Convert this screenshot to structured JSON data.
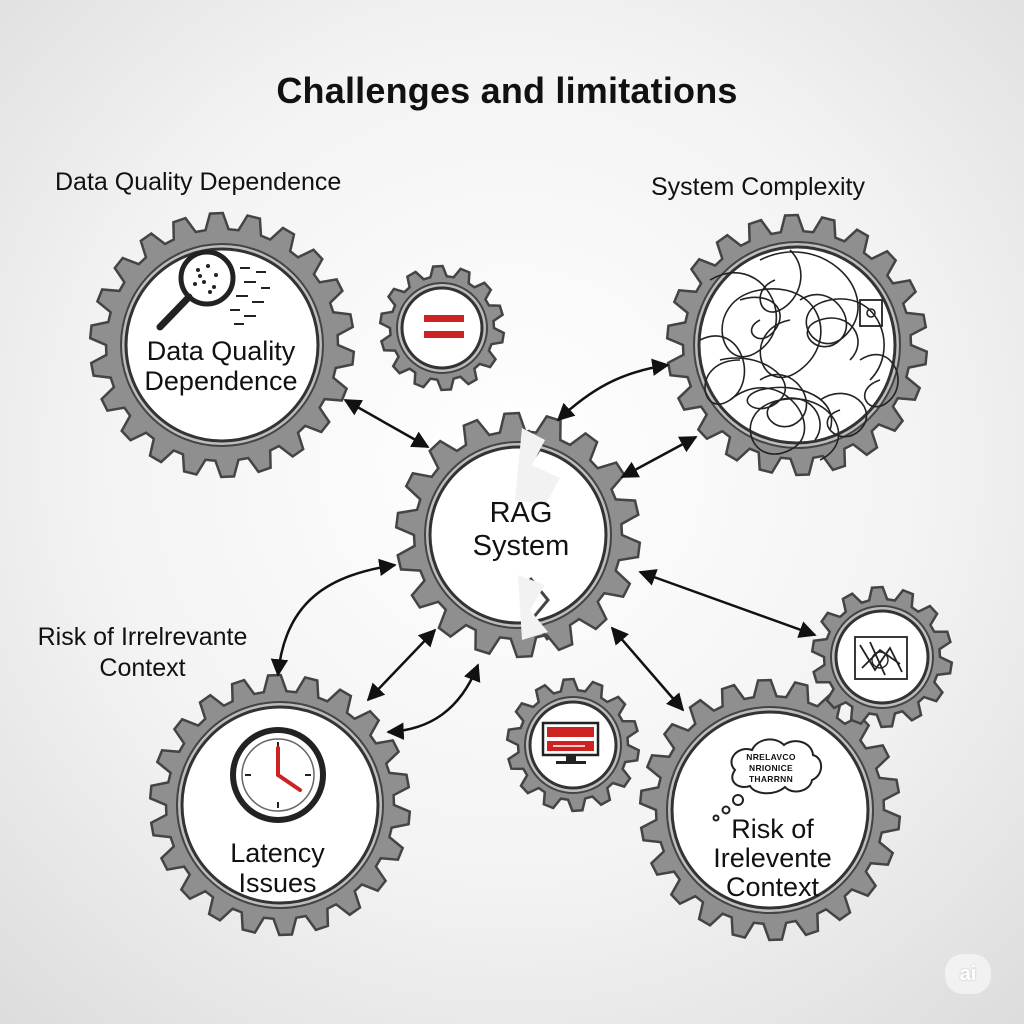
{
  "title": "Challenges and limitations",
  "outer_labels": {
    "data_quality": "Data Quality Dependence",
    "system_complexity": "System Complexity",
    "risk_context": "Risk of Irrelrevante Context"
  },
  "gears": {
    "data_quality": "Data Quality Dependence",
    "rag": "RAG System",
    "latency": "Latency Issues",
    "risk_context": "Risk of Irelevente Context",
    "bubble_text": "NRELAVCO NRIONICE THARRNN"
  },
  "icons": [
    "magnifier-icon",
    "equals-icon",
    "tangle-icon",
    "clock-icon",
    "monitor-icon",
    "broken-chart-icon",
    "thought-bubble-icon"
  ],
  "colors": {
    "gear": "#8f8f8f",
    "gear_stroke": "#444444",
    "accent": "#cc2222"
  },
  "watermark": "ai"
}
